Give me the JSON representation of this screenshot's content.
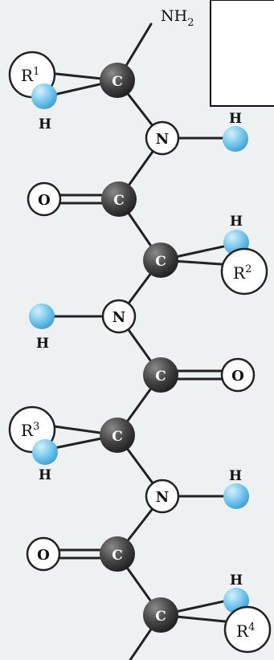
{
  "diagram": {
    "atom_symbols": {
      "carbon": "C",
      "nitrogen": "N",
      "oxygen": "O",
      "hydrogen": "H",
      "amino_group": "NH",
      "amino_subscript": "2",
      "radical_base": "R"
    },
    "radicals": [
      {
        "sup": "1"
      },
      {
        "sup": "2"
      },
      {
        "sup": "3"
      },
      {
        "sup": "4"
      }
    ],
    "colors": {
      "carbon_atom": "#3a3a3a",
      "hydrogen_atom": "#6fc3ec",
      "white_atom": "#ffffff",
      "bond": "#222222",
      "background": "#eef1f2"
    }
  }
}
